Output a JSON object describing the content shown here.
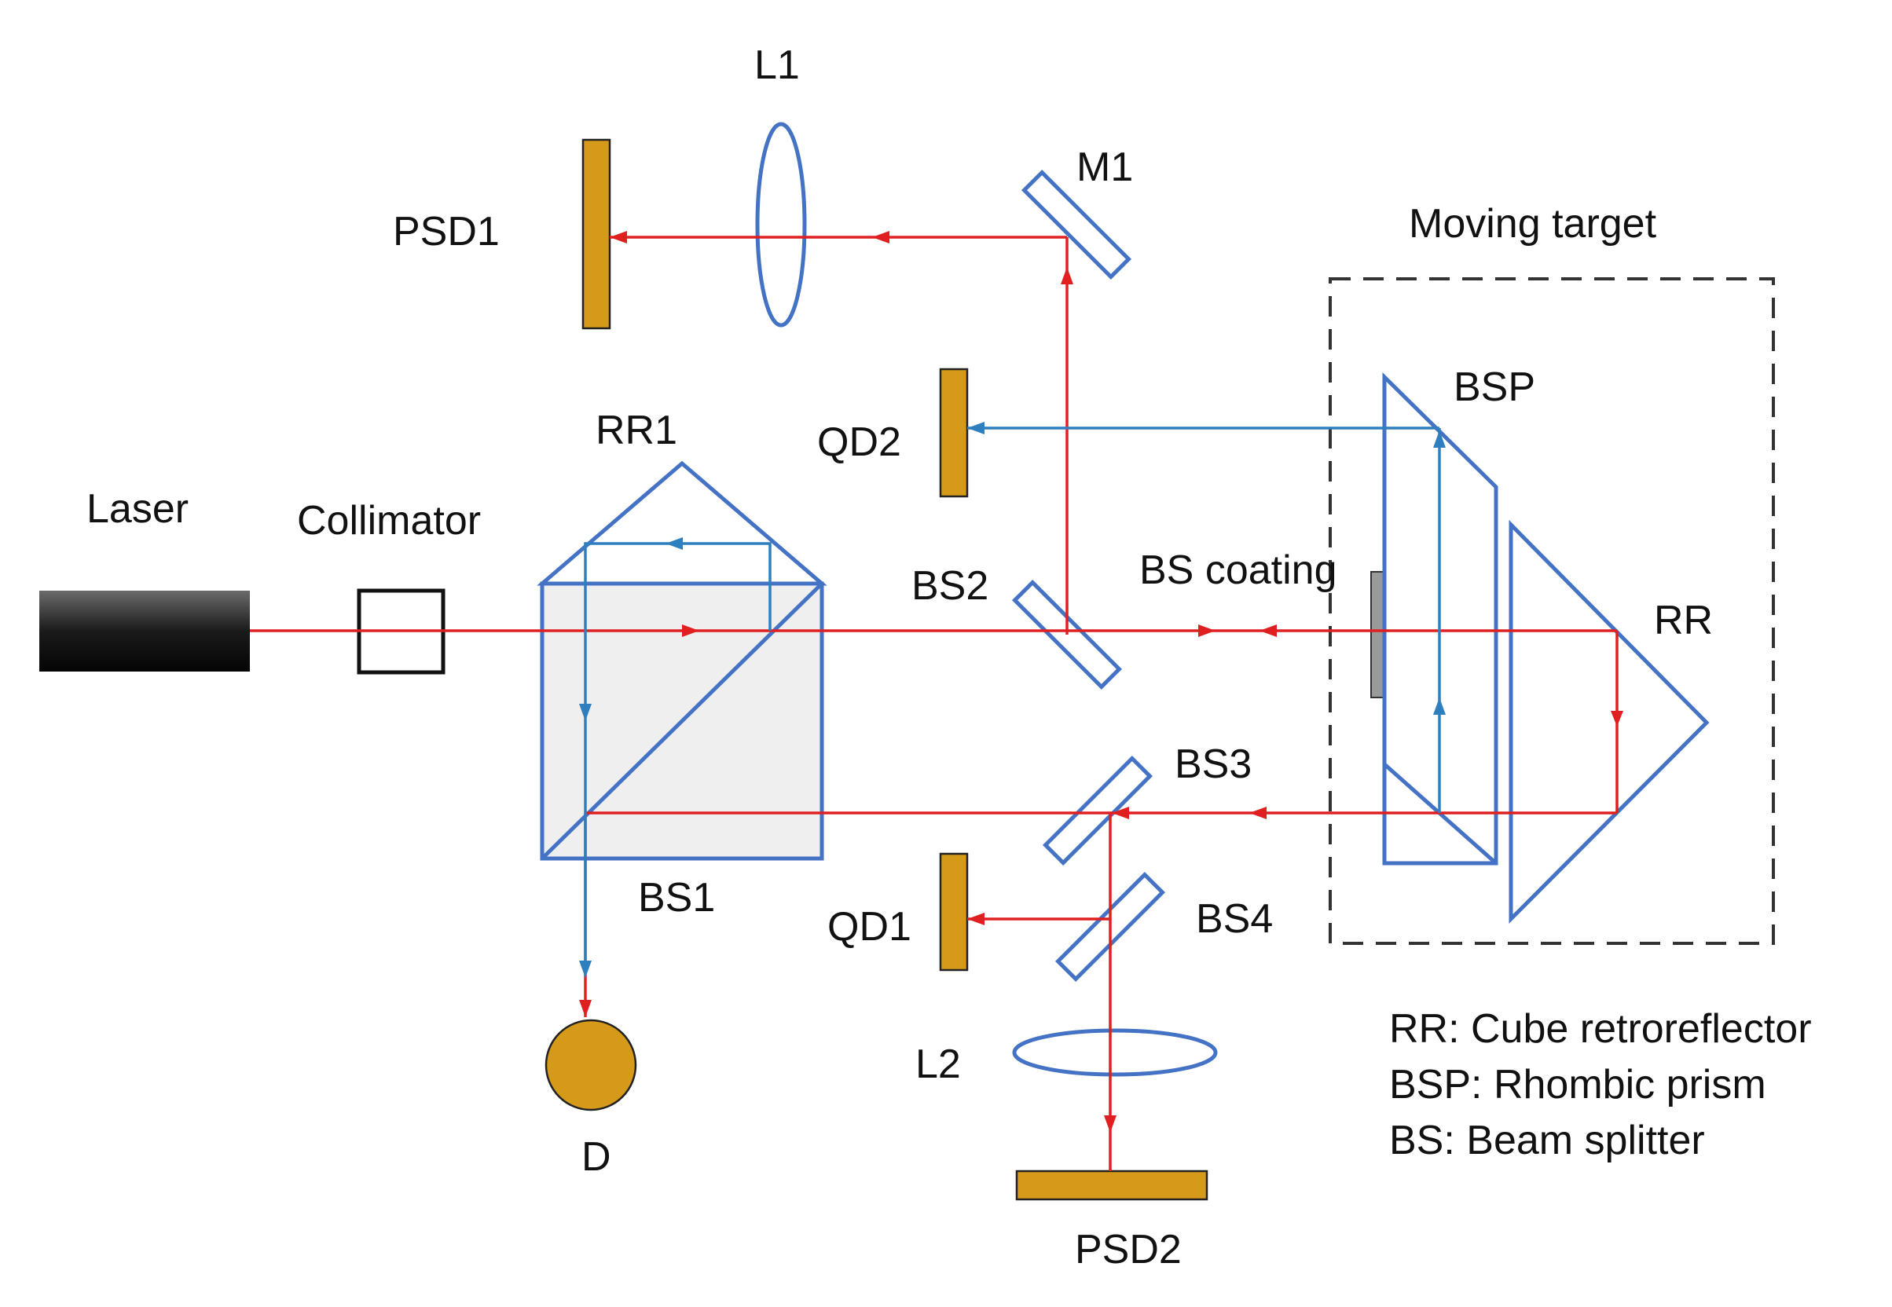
{
  "labels": {
    "laser": "Laser",
    "collimator": "Collimator",
    "rr1": "RR1",
    "bs1": "BS1",
    "d": "D",
    "psd1": "PSD1",
    "l1": "L1",
    "m1": "M1",
    "qd2": "QD2",
    "bs2": "BS2",
    "bs_coating": "BS coating",
    "bs3": "BS3",
    "qd1": "QD1",
    "bs4": "BS4",
    "l2": "L2",
    "psd2": "PSD2",
    "moving_target": "Moving target",
    "bsp": "BSP",
    "rr": "RR"
  },
  "legend": [
    "RR: Cube retroreflector",
    "BSP: Rhombic prism",
    "BS: Beam splitter"
  ],
  "colors": {
    "optic": "#4472c4",
    "detector": "#d69a1a",
    "red_beam": "#e02020",
    "blue_beam": "#2e7fc0"
  }
}
